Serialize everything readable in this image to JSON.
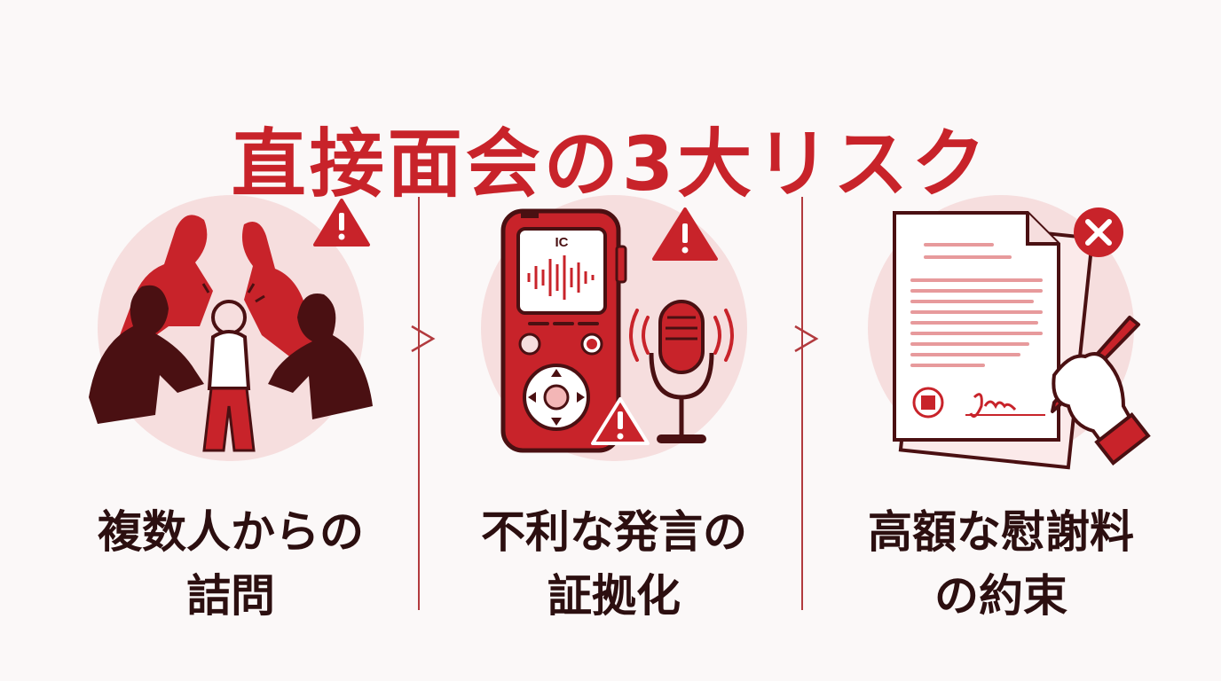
{
  "title": "直接面会の3大リスク",
  "risks": [
    {
      "line1": "複数人からの",
      "line2": "詰問",
      "badge_icon": "warning-icon"
    },
    {
      "line1": "不利な発言の",
      "line2": "証拠化",
      "badge_icon": "warning-icon",
      "device_label": "IC"
    },
    {
      "line1": "高額な慰謝料",
      "line2": "の約束",
      "badge_icon": "close-icon",
      "signature": "Jm"
    }
  ],
  "colors": {
    "accent": "#c8232a",
    "dark": "#2c0f10",
    "circle": "#f6dede",
    "divider": "#b23a3e"
  }
}
